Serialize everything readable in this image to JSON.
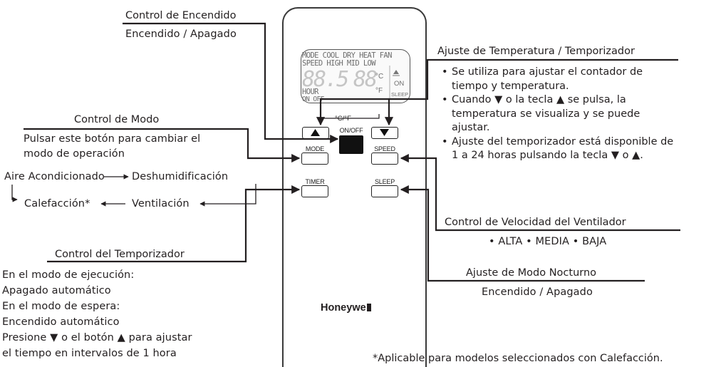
{
  "remote": {
    "lcd_row1": "MODE COOL DRY HEAT FAN",
    "lcd_row2": "SPEED  HIGH  MID  LOW",
    "lcd_digits_left": "88.5",
    "lcd_digits_right": "88",
    "lcd_unit_c": "°C",
    "lcd_unit_f": "°F",
    "lcd_on": "ON",
    "lcd_sleep": "SLEEP",
    "lcd_hour": "HOUR",
    "lcd_onoff": "ON OFF",
    "cf_label": "°C/°F",
    "onoff_label": "ON/OFF",
    "mode_label": "MODE",
    "speed_label": "SPEED",
    "timer_label": "TIMER",
    "sleep_label": "SLEEP",
    "brand": "Honeywe"
  },
  "power": {
    "title": "Control de Encendido",
    "desc": "Encendido / Apagado"
  },
  "temperature": {
    "title": "Ajuste de Temperatura / Temporizador",
    "bullets": [
      "Se utiliza para ajustar el contador de",
      "tiempo y temperatura.",
      "Cuando ▼ o la tecla ▲ se pulsa, la",
      "temperatura se visualiza y se puede",
      "ajustar.",
      "Ajuste del temporizador está disponible de",
      "1 a 24 horas pulsando la tecla ▼ o ▲."
    ]
  },
  "mode": {
    "title": "Control de Modo",
    "desc_line1": "Pulsar este botón para cambiar el",
    "desc_line2": "modo de operación",
    "cycle": {
      "a": "Aire Acondicionado",
      "b": "Deshumidificación",
      "c": "Ventilación",
      "d": "Calefacción*"
    }
  },
  "fan_speed": {
    "title": "Control de Velocidad del Ventilador",
    "options": "• ALTA  • MEDIA  • BAJA"
  },
  "timer": {
    "title": "Control del Temporizador",
    "lines": [
      "En el modo de ejecución:",
      "Apagado automático",
      "En el modo de espera:",
      "Encendido automático",
      "Presione ▼ o el botón ▲ para ajustar",
      "el tiempo en intervalos de 1 hora"
    ]
  },
  "sleep": {
    "title": "Ajuste de Modo Nocturno",
    "desc": "Encendido / Apagado"
  },
  "footnote": "*Aplicable para modelos seleccionados con Calefacción."
}
